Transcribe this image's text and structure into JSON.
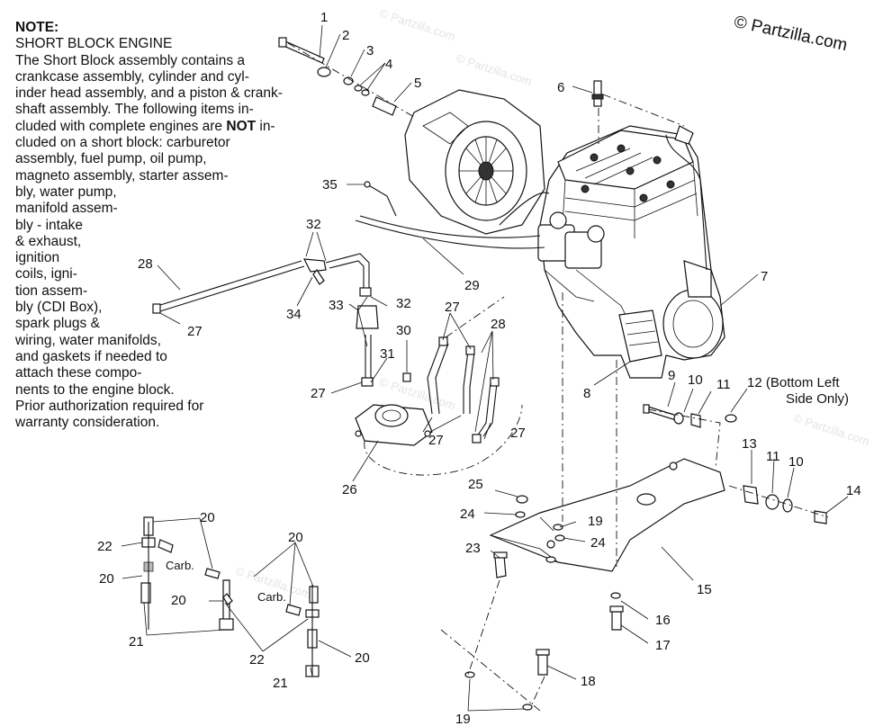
{
  "note": {
    "heading": "NOTE:",
    "lines": [
      "SHORT BLOCK ENGINE",
      "The Short Block assembly contains a",
      "crankcase assembly, cylinder and cyl-",
      "inder head assembly, and a piston & crank-",
      "shaft assembly.  The following items in-",
      "cluded with complete engines are ",
      "cluded on a short block:  carburetor",
      "assembly, fuel pump, oil pump,",
      "magneto assembly, starter assem-",
      "bly, water pump,",
      "manifold assem-",
      "bly - intake",
      "& exhaust,",
      "ignition",
      "coils, igni-",
      "tion assem-",
      "bly (CDI Box),",
      "spark plugs &",
      "wiring, water manifolds,",
      "and gaskets if needed to",
      "attach these compo-",
      "nents to the engine block.",
      "Prior authorization required for",
      "warranty consideration."
    ],
    "emphasis": "NOT",
    "emphasis_suffix": " in-"
  },
  "copyright": "© Partzilla.com",
  "watermark": "© Partzilla.com",
  "callouts": [
    "1",
    "2",
    "3",
    "4",
    "5",
    "6",
    "35",
    "32",
    "28",
    "34",
    "33",
    "32",
    "27",
    "30",
    "31",
    "27",
    "29",
    "27",
    "28",
    "8",
    "7",
    "9",
    "10",
    "11",
    "12 (Bottom Left",
    "Side Only)",
    "27",
    "26",
    "27",
    "25",
    "24",
    "19",
    "24",
    "13",
    "11",
    "10",
    "14",
    "23",
    "15",
    "16",
    "17",
    "18",
    "19",
    "20",
    "22",
    "20",
    "21",
    "20",
    "20",
    "22",
    "21",
    "20"
  ],
  "labels": {
    "carb1": "Carb.",
    "carb2": "Carb."
  }
}
